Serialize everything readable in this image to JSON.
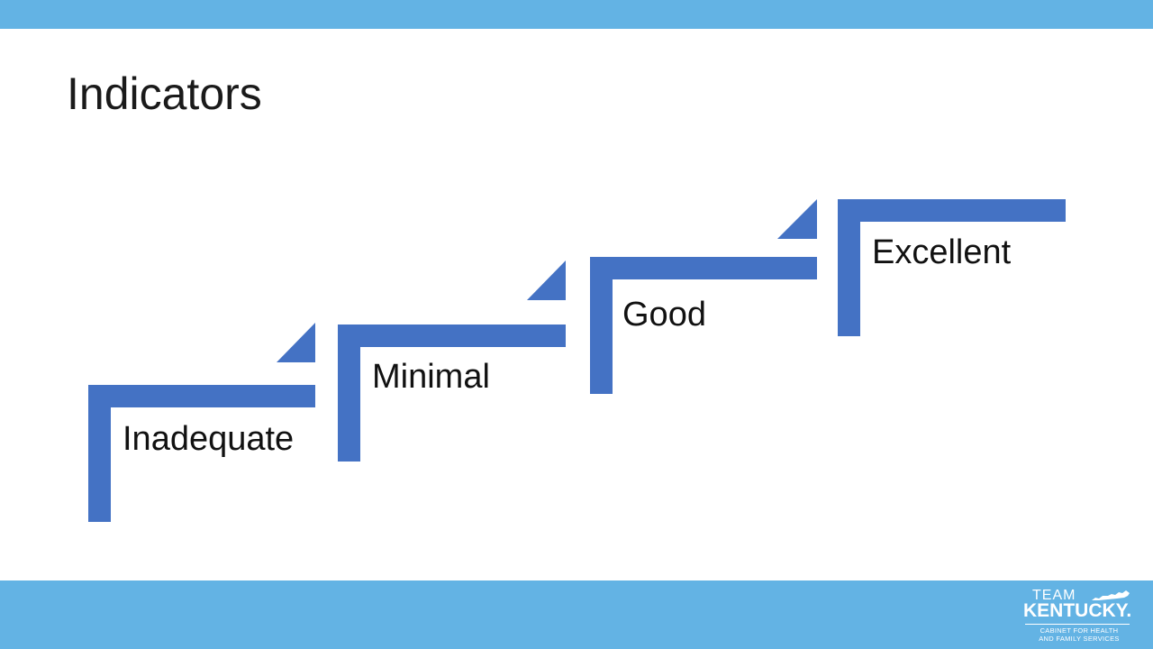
{
  "slide": {
    "title": "Indicators"
  },
  "colors": {
    "bar": "#63b3e4",
    "step": "#4472c4"
  },
  "steps": [
    {
      "label": "Inadequate"
    },
    {
      "label": "Minimal"
    },
    {
      "label": "Good"
    },
    {
      "label": "Excellent"
    }
  ],
  "logo": {
    "team": "TEAM",
    "name": "KENTUCKY.",
    "subtitle_line1": "CABINET FOR HEALTH",
    "subtitle_line2": "AND FAMILY SERVICES",
    "icon": "kentucky-state-icon"
  }
}
